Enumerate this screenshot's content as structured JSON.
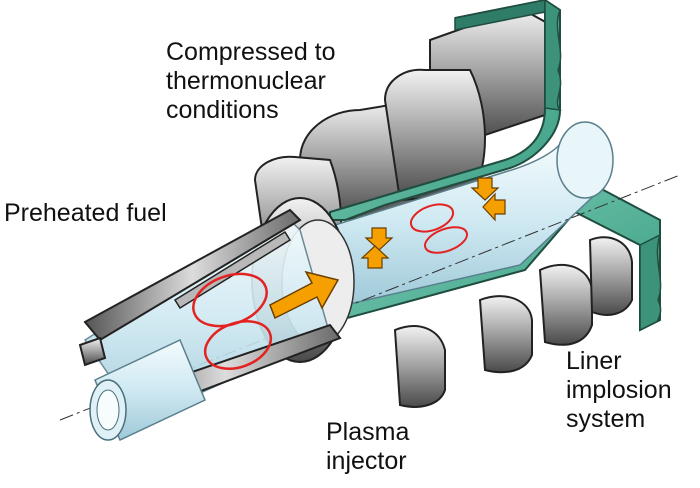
{
  "labels": {
    "compressed": [
      "Compressed to",
      "thermonuclear",
      "conditions"
    ],
    "preheated": "Preheated fuel",
    "plasma": [
      "Plasma",
      "injector"
    ],
    "liner": [
      "Liner",
      "implosion",
      "system"
    ]
  },
  "colors": {
    "liner_wall": "#4fb39a",
    "liner_edge": "#1f4d40",
    "metal_dark": "#5a5a5a",
    "metal_mid": "#9a9a9a",
    "metal_light": "#e6e6e6",
    "plasma_tube": "#d8eef5",
    "ring": "#e32222",
    "arrow_fill": "#f5a000",
    "arrow_edge": "#6b3f00"
  },
  "icons": [
    "compression-arrow-icon",
    "injection-arrow-icon",
    "plasma-ring-icon"
  ]
}
